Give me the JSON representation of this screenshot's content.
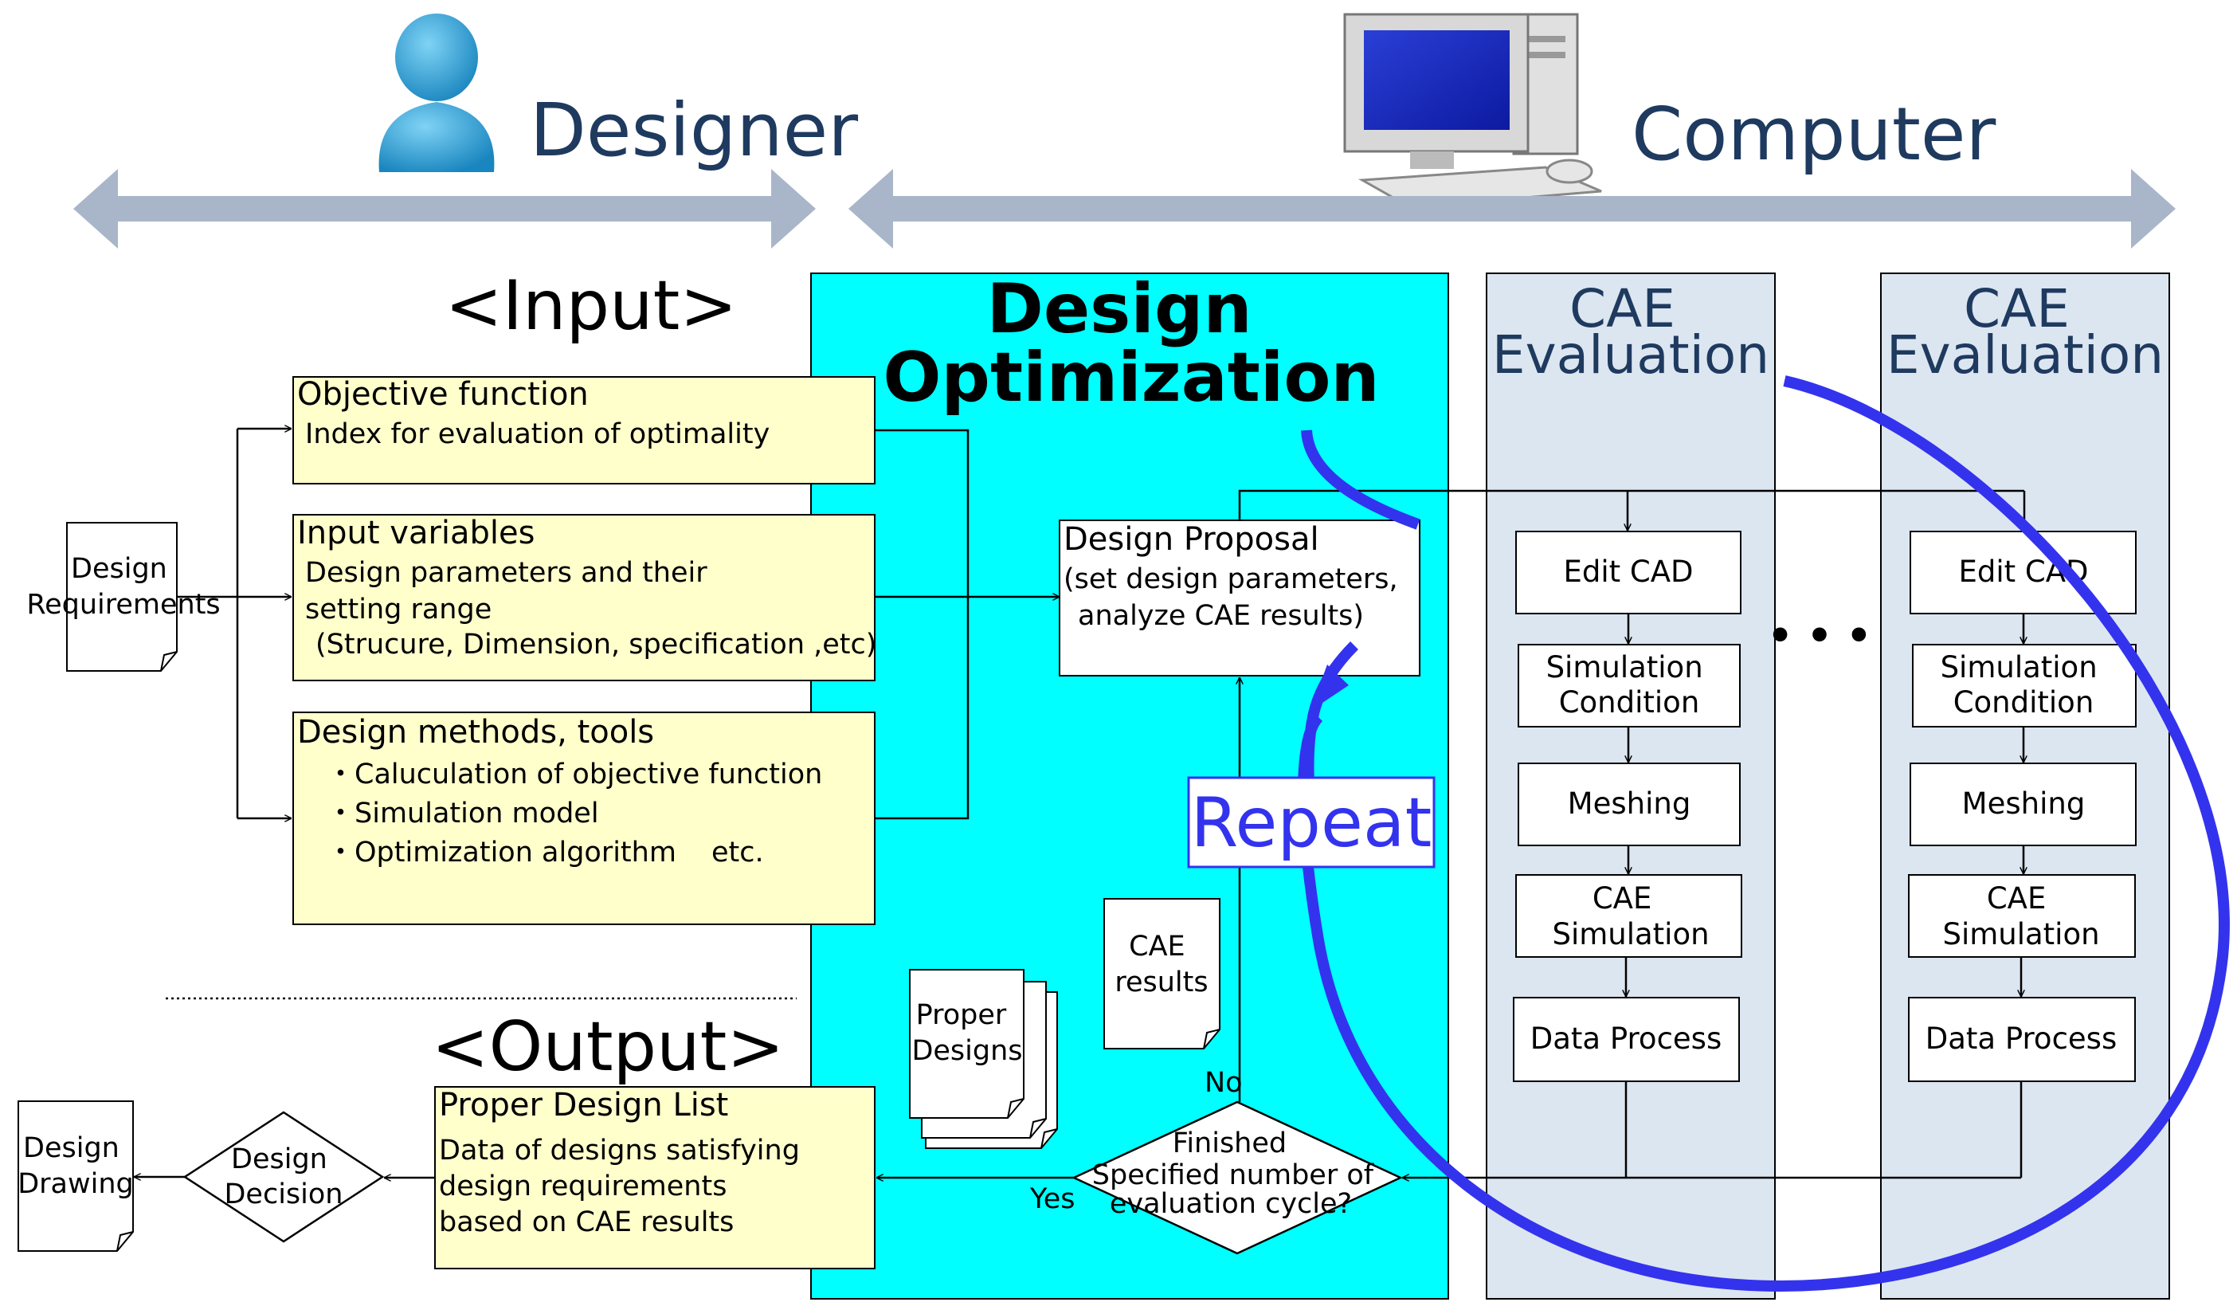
{
  "header": {
    "designer_label": "Designer",
    "computer_label": "Computer"
  },
  "input": {
    "title": "<Input>",
    "design_requirements": [
      "Design",
      "Requirements"
    ],
    "objective": {
      "title": "Objective function",
      "lines": [
        "Index for evaluation of optimality"
      ]
    },
    "variables": {
      "title": "Input variables",
      "lines": [
        "Design parameters and their",
        "setting range",
        "(Strucure, Dimension, specification ,etc)"
      ]
    },
    "methods": {
      "title": "Design methods, tools",
      "lines": [
        "・Caluculation of objective function",
        "・Simulation model",
        "・Optimization algorithm",
        "etc."
      ]
    }
  },
  "optimization": {
    "title": [
      "Design",
      "Optimization"
    ],
    "proposal": {
      "title": "Design Proposal",
      "lines": [
        "(set design parameters,",
        "analyze CAE results)"
      ]
    },
    "repeat_label": "Repeat",
    "cae_results": [
      "CAE",
      "results"
    ],
    "proper_designs": [
      "Proper",
      "Designs"
    ],
    "decision": {
      "lines": [
        "Finished",
        "Specified number of",
        "evaluation cycle?"
      ],
      "yes": "Yes",
      "no": "No"
    }
  },
  "cae_columns": [
    {
      "title": [
        "CAE",
        "Evaluation"
      ],
      "steps": [
        [
          "Edit CAD"
        ],
        [
          "Simulation",
          "Condition"
        ],
        [
          "Meshing"
        ],
        [
          "CAE",
          "Simulation"
        ],
        [
          "Data Process"
        ]
      ]
    },
    {
      "title": [
        "CAE",
        "Evaluation"
      ],
      "steps": [
        [
          "Edit CAD"
        ],
        [
          "Simulation",
          "Condition"
        ],
        [
          "Meshing"
        ],
        [
          "CAE",
          "Simulation"
        ],
        [
          "Data Process"
        ]
      ]
    }
  ],
  "ellipsis": "• • •",
  "output": {
    "title": "<Output>",
    "list": {
      "title": "Proper Design List",
      "lines": [
        "Data of designs satisfying",
        "design requirements",
        "based on CAE results"
      ]
    },
    "decision": [
      "Design",
      "Decision"
    ],
    "drawing": [
      "Design",
      "Drawing"
    ]
  },
  "colors": {
    "optimization_bg": "#00ffff",
    "cae_bg": "#dce6f1",
    "note_bg": "#ffffcc",
    "repeat": "#3333ee",
    "arrow_band": "#a9b6c9",
    "header_text": "#1f3a5f"
  },
  "icons": [
    "person-icon",
    "computer-icon"
  ]
}
